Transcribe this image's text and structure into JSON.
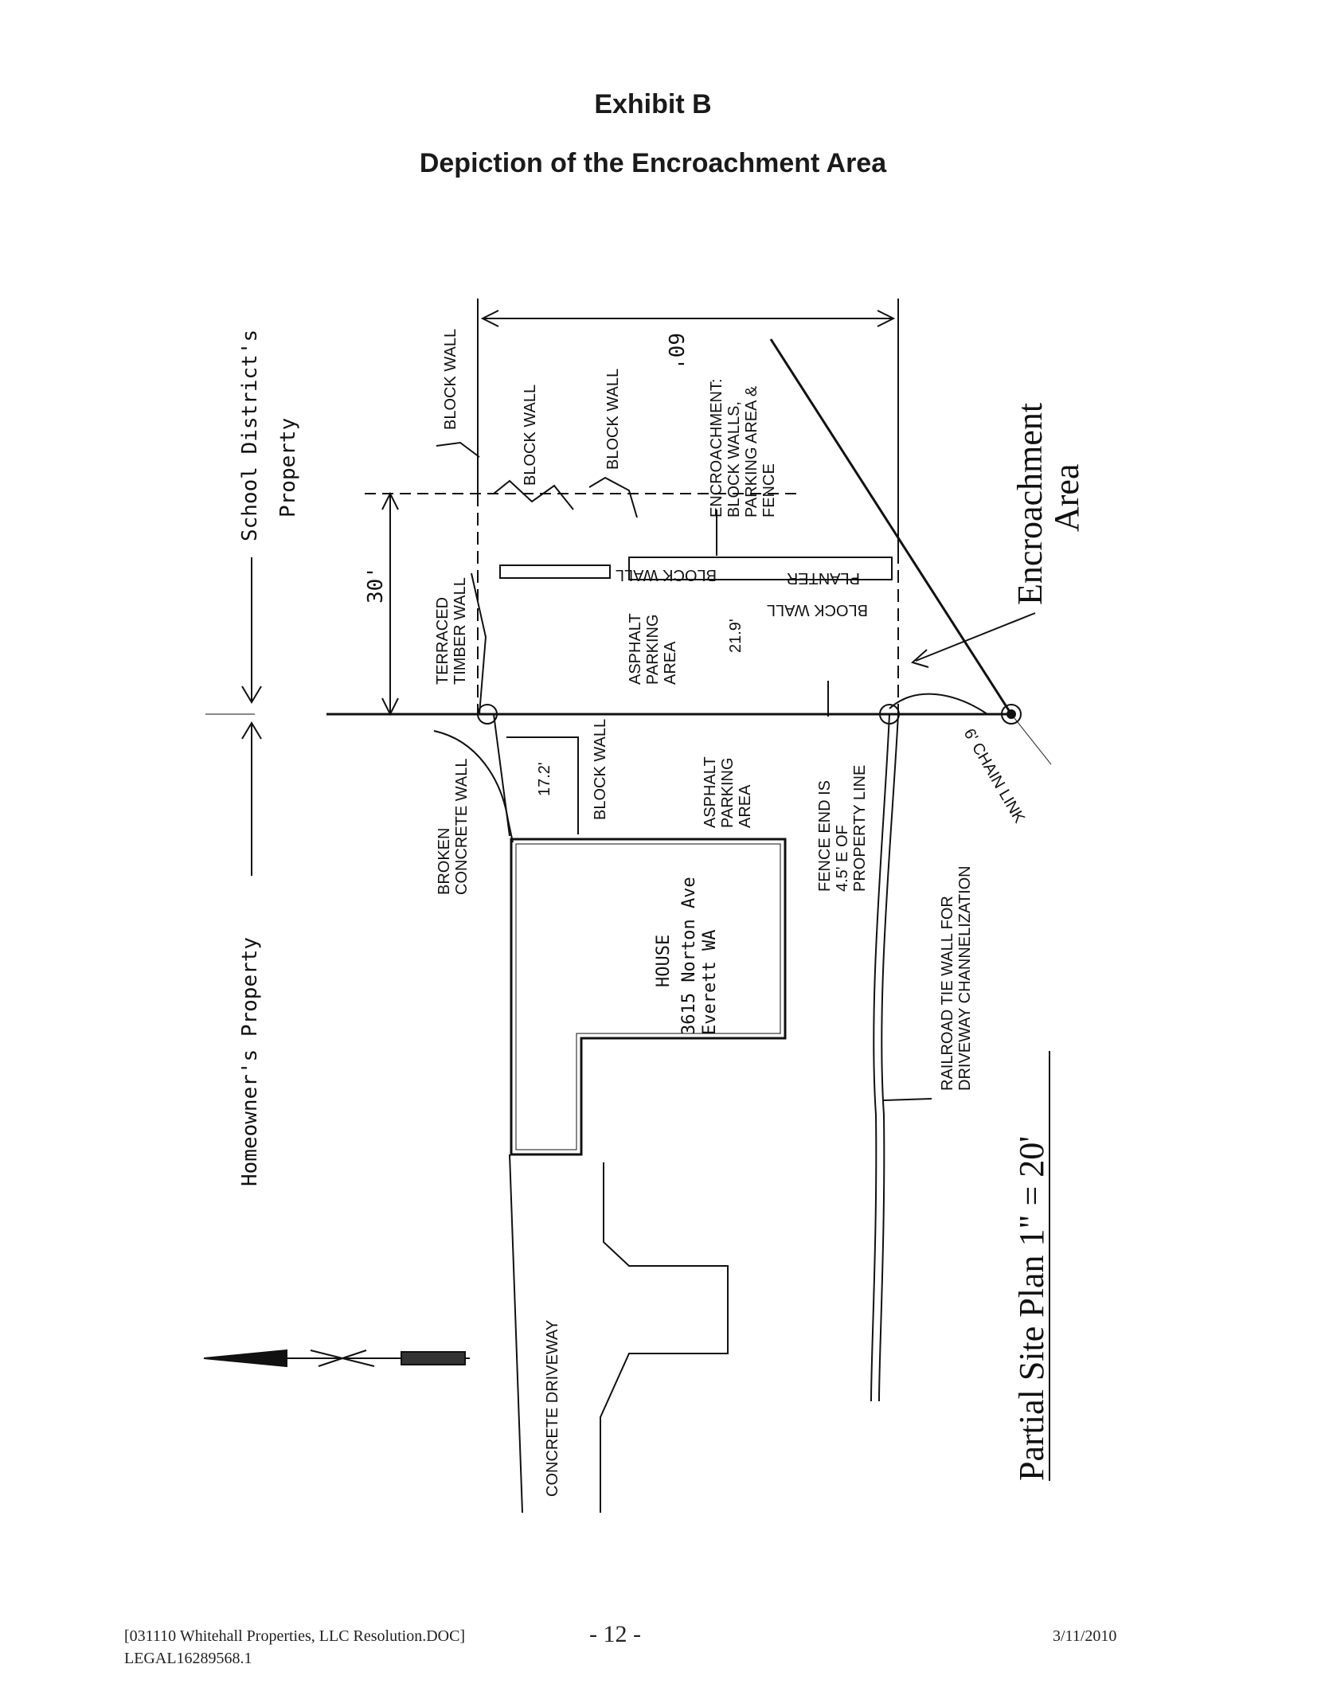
{
  "header": {
    "title": "Exhibit B",
    "subtitle": "Depiction of the Encroachment Area"
  },
  "plan": {
    "school_property": "School District's",
    "school_property_2": "Property",
    "homeowner_property": "Homeowner's Property",
    "dim_30": "30'",
    "dim_60": "60'",
    "dim_21_9": "21.9'",
    "dim_17_2": "17.2'",
    "block_wall": "BLOCK WALL",
    "terraced_1": "TERRACED",
    "terraced_2": "TIMBER WALL",
    "broken_1": "BROKEN",
    "broken_2": "CONCRETE WALL",
    "asphalt_1": "ASPHALT",
    "asphalt_2": "PARKING",
    "asphalt_3": "AREA",
    "encroach_1": "ENCROACHMENT:",
    "encroach_2": "BLOCK WALLS,",
    "encroach_3": "PARKING AREA &",
    "encroach_4": "FENCE",
    "planter": "PLANTER",
    "house": "HOUSE",
    "address_1": "3615 Norton Ave",
    "address_2": "Everett WA",
    "fence_end_1": "FENCE END IS",
    "fence_end_2": "4.5' E OF",
    "fence_end_3": "PROPERTY LINE",
    "railroad_1": "RAILROAD TIE WALL FOR",
    "railroad_2": "DRIVEWAY CHANNELIZATION",
    "chain_link": "6' CHAIN LINK",
    "concrete_driveway": "CONCRETE DRIVEWAY",
    "encroach_area_1": "Encroachment",
    "encroach_area_2": "Area",
    "site_plan": "Partial Site Plan  1\" = 20'"
  },
  "footer": {
    "file": "[031110 Whitehall Properties, LLC Resolution.DOC]",
    "legal": "LEGAL16289568.1",
    "page": "- 12 -",
    "date": "3/11/2010"
  }
}
